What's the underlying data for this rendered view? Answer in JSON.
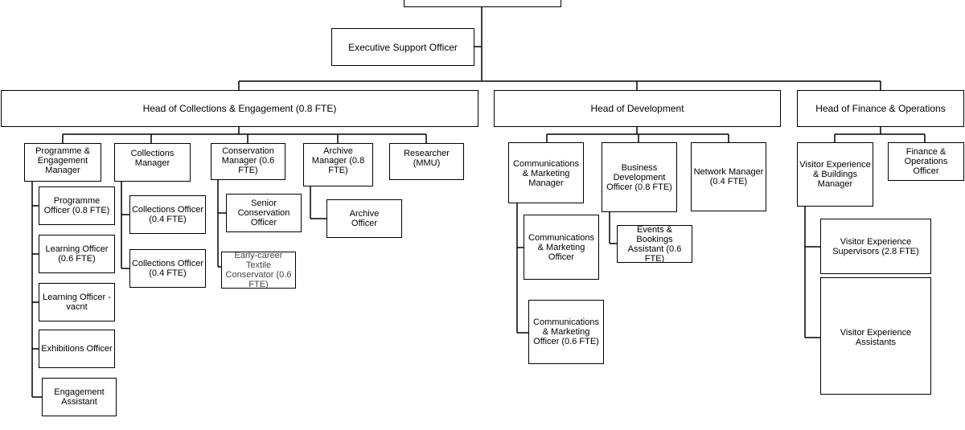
{
  "top_box": {
    "label": ""
  },
  "executive_support": {
    "label": "Executive Support Officer"
  },
  "heads": {
    "collections_engagement": {
      "label": "Head of Collections & Engagement (0.8 FTE)"
    },
    "development": {
      "label": "Head of Development"
    },
    "finance_operations": {
      "label": "Head of Finance & Operations"
    }
  },
  "collections_engagement": {
    "programme_manager": {
      "label": "Programme & Engagement Manager"
    },
    "programme_officer": {
      "label": "Programme Officer (0.8 FTE)"
    },
    "learning_officer_06": {
      "label": "Learning Officer (0.6 FTE)"
    },
    "learning_officer_vacant": {
      "label": "Learning Officer - vacnt"
    },
    "exhibitions_officer": {
      "label": "Exhibitions Officer"
    },
    "engagement_assistant": {
      "label": "Engagement Assistant"
    },
    "collections_manager": {
      "label": "Collections Manager"
    },
    "collections_officer_1": {
      "label": "Collections Officer (0.4 FTE)"
    },
    "collections_officer_2": {
      "label": "Collections Officer (0.4 FTE)"
    },
    "conservation_manager": {
      "label": "Conservation Manager (0.6 FTE)"
    },
    "senior_conservation_officer": {
      "label": "Senior Conservation Officer"
    },
    "early_career_conservator": {
      "label": "Early-career Textile Conservator (0.6 FTE)"
    },
    "archive_manager": {
      "label": "Archive Manager (0.8 FTE)"
    },
    "archive_officer": {
      "label": "Archive Officer"
    },
    "researcher": {
      "label": "Researcher (MMU)"
    }
  },
  "development": {
    "comms_marketing_manager": {
      "label": "Communications & Marketing Manager"
    },
    "comms_marketing_officer": {
      "label": "Communications & Marketing Officer"
    },
    "comms_marketing_officer_06": {
      "label": "Communications & Marketing Officer (0.6 FTE)"
    },
    "business_development_officer": {
      "label": "Business Development Officer (0.8 FTE)"
    },
    "events_bookings_assistant": {
      "label": "Events & Bookings Assistant (0.6 FTE)"
    },
    "network_manager": {
      "label": "Network Manager (0.4 FTE)"
    }
  },
  "finance_operations": {
    "visitor_experience_manager": {
      "label": "Visitor Experience & Buildings Manager"
    },
    "visitor_experience_supervisors": {
      "label": "Visitor Experience Supervisors (2.8 FTE)"
    },
    "visitor_experience_assistants": {
      "label": "Visitor Experience Assistants"
    },
    "finance_operations_officer": {
      "label": "Finance & Operations Officer"
    }
  }
}
